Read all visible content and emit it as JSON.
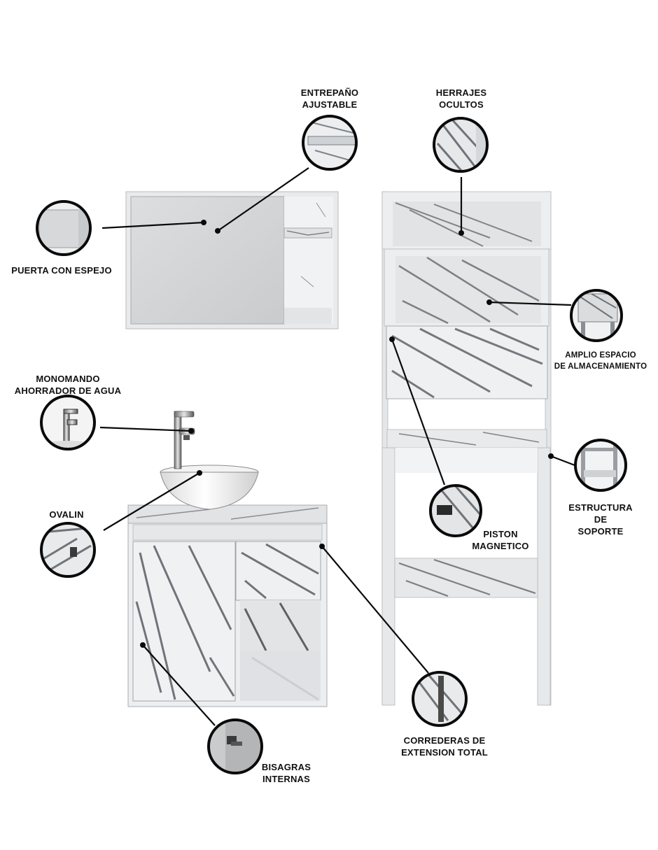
{
  "labels": {
    "entrepano": {
      "line1": "ENTREPAÑO",
      "line2": "AJUSTABLE"
    },
    "herrajes": {
      "line1": "HERRAJES",
      "line2": "OCULTOS"
    },
    "puerta": {
      "line1": "PUERTA CON ESPEJO"
    },
    "amplio": {
      "line1": "AMPLIO ESPACIO",
      "line2": "DE ALMACENAMIENTO"
    },
    "monomando": {
      "line1": "MONOMANDO",
      "line2": "AHORRADOR DE AGUA"
    },
    "ovalin": {
      "line1": "OVALIN"
    },
    "piston": {
      "line1": "PISTON",
      "line2": "MAGNETICO"
    },
    "estructura": {
      "line1": "ESTRUCTURA",
      "line2": "DE",
      "line3": "SOPORTE"
    },
    "correderas": {
      "line1": "CORREDERAS DE",
      "line2": "EXTENSION TOTAL"
    },
    "bisagras": {
      "line1": "BISAGRAS",
      "line2": "INTERNAS"
    }
  },
  "colors": {
    "marble": "#e9ebee",
    "vein": "#7f8489",
    "mirror": "#d4d6d8",
    "outline": "#0a0a0a"
  }
}
